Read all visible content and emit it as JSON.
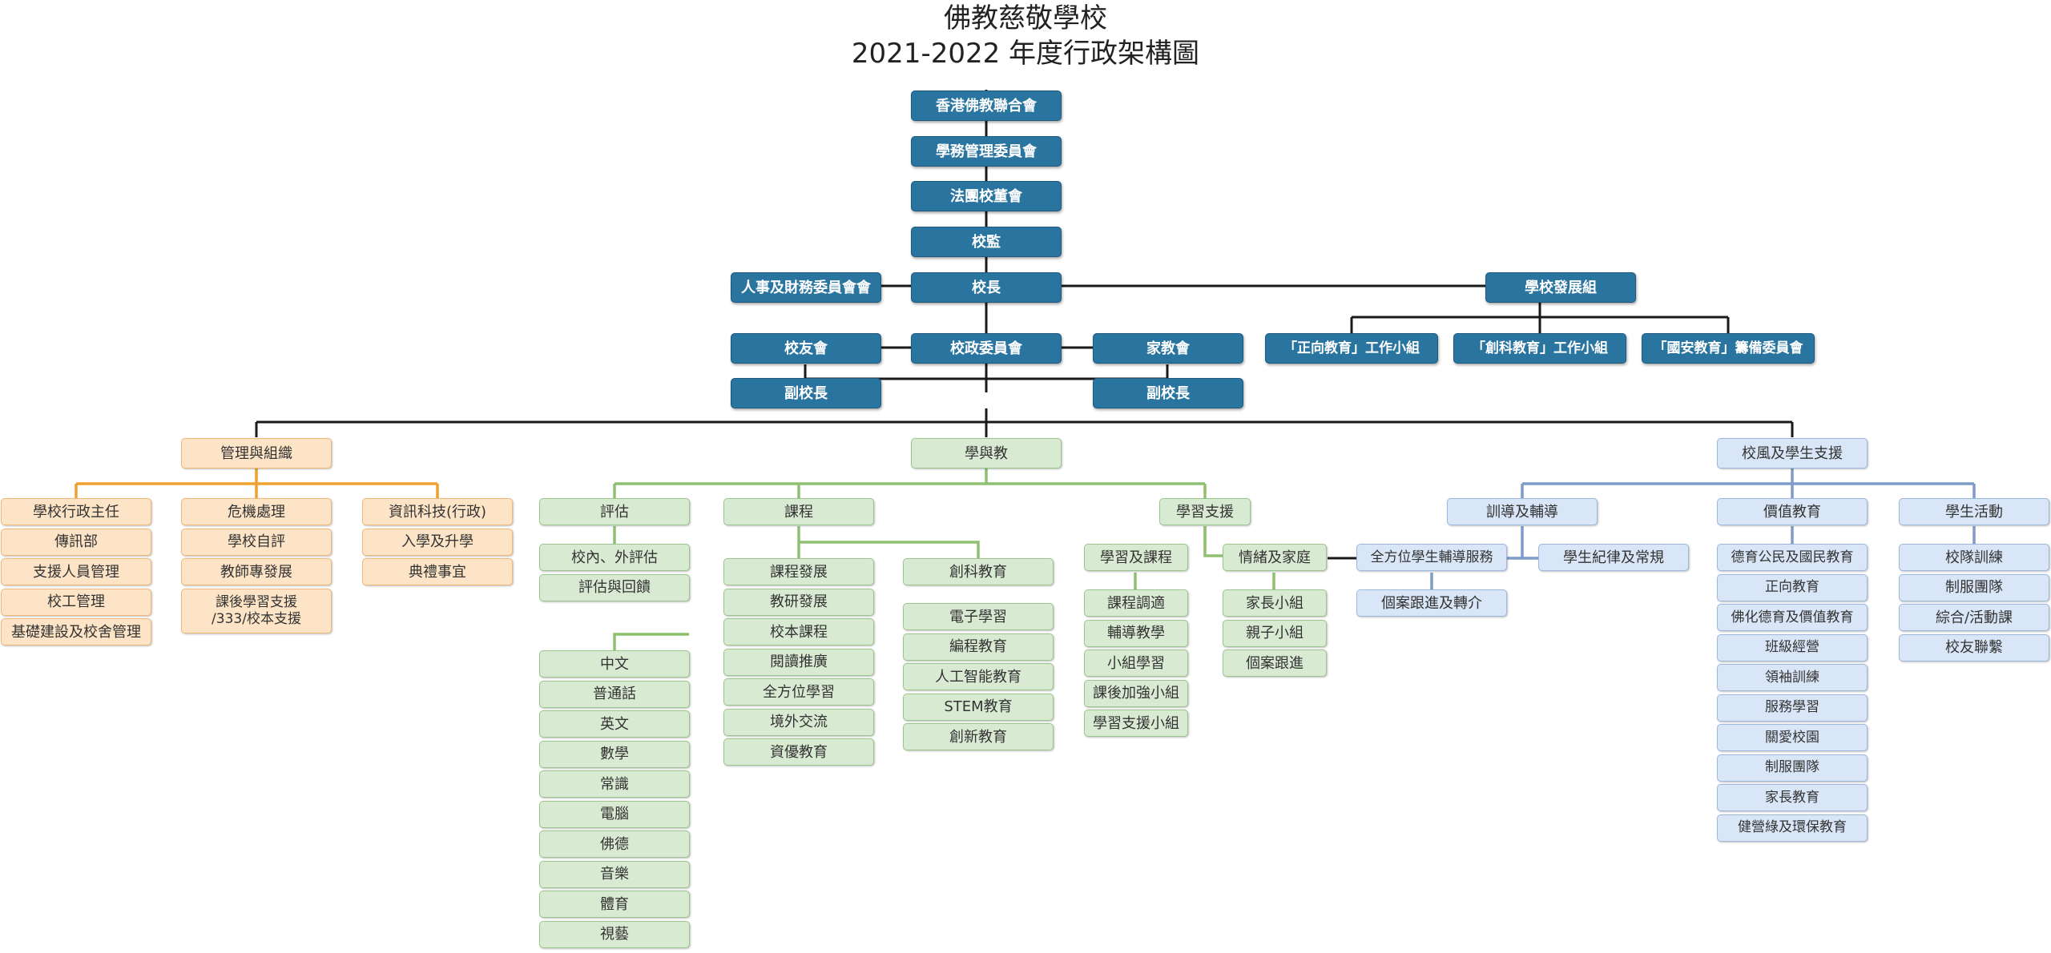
{
  "title": {
    "line1": "佛教慈敬學校",
    "line2": "2021-2022 年度行政架構圖"
  },
  "colors": {
    "top": "#2a74a0",
    "management": "#f0a030",
    "learning": "#8fc072",
    "support": "#7f9cc8",
    "trunk": "#1a1a1a"
  },
  "top": {
    "union": "香港佛教聯合會",
    "academic_committee": "學務管理委員會",
    "corporate_board": "法團校董會",
    "supervisor": "校監",
    "principal": "校長",
    "hr_finance": "人事及財務委員會會",
    "admin_committee": "校政委員會",
    "alumni": "校友會",
    "pta": "家教會",
    "vice_left": "副校長",
    "vice_right": "副校長",
    "dev_group": "學校發展組",
    "dev_sub": [
      "「正向教育」工作小組",
      "「創科教育」工作小組",
      "「國安教育」籌備委員會"
    ]
  },
  "management": {
    "head": "管理與組織",
    "col1": [
      "學校行政主任",
      "傳訊部",
      "支援人員管理",
      "校工管理",
      "基礎建設及校舍管理"
    ],
    "col2": [
      "危機處理",
      "學校自評",
      "教師專發展",
      "課後學習支援\n/333/校本支援"
    ],
    "col3": [
      "資訊科技(行政)",
      "入學及升學",
      "典禮事宜"
    ]
  },
  "learning": {
    "head": "學與教",
    "assessment": {
      "head": "評估",
      "items": [
        "校內、外評估",
        "評估與回饋"
      ]
    },
    "curriculum": {
      "head": "課程",
      "items": [
        "課程發展",
        "教研發展",
        "校本課程",
        "閱讀推廣",
        "全方位學習",
        "境外交流",
        "資優教育"
      ],
      "subjects": [
        "中文",
        "普通話",
        "英文",
        "數學",
        "常識",
        "電腦",
        "佛德",
        "音樂",
        "體育",
        "視藝"
      ],
      "innovation": {
        "head": "創科教育",
        "items": [
          "電子學習",
          "編程教育",
          "人工智能教育",
          "STEM教育",
          "創新教育"
        ]
      }
    },
    "support": {
      "head": "學習支援",
      "learning_curriculum": {
        "head": "學習及課程",
        "items": [
          "課程調適",
          "輔導教學",
          "小組學習",
          "課後加強小組",
          "學習支援小組"
        ]
      },
      "emotion_family": {
        "head": "情緒及家庭",
        "items": [
          "家長小組",
          "親子小組",
          "個案跟進"
        ]
      }
    }
  },
  "student_support": {
    "head": "校風及學生支援",
    "guidance": {
      "head": "訓導及輔導",
      "all_round": "全方位學生輔導服務",
      "case": "個案跟進及轉介",
      "discipline": "學生紀律及常規"
    },
    "values": {
      "head": "價值教育",
      "items": [
        "德育公民及國民教育",
        "正向教育",
        "佛化德育及價值教育",
        "班級經營",
        "領袖訓練",
        "服務學習",
        "關愛校園",
        "制服團隊",
        "家長教育",
        "健營綠及環保教育"
      ]
    },
    "activities": {
      "head": "學生活動",
      "items": [
        "校隊訓練",
        "制服團隊",
        "綜合/活動課",
        "校友聯繫"
      ]
    }
  }
}
